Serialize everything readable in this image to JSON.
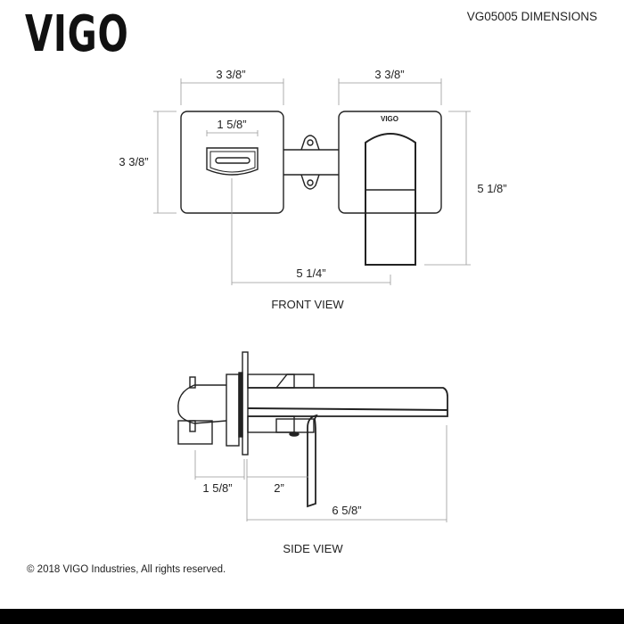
{
  "brand": {
    "logo": "VIGO",
    "plate_logo": "VIGO"
  },
  "header": {
    "title": "VG05005 DIMENSIONS"
  },
  "front_view": {
    "label": "FRONT VIEW",
    "dims": {
      "left_plate_width": "3 3/8”",
      "right_plate_width": "3 3/8”",
      "plate_height": "3 3/8”",
      "knob_width": "1 5/8”",
      "overall_height": "5 1/8”",
      "center_spacing": "5 1/4”"
    }
  },
  "side_view": {
    "label": "SIDE VIEW",
    "dims": {
      "rear_depth": "1 5/8”",
      "lever_offset": "2”",
      "spout_reach": "6 5/8”"
    }
  },
  "footer": {
    "copyright": "© 2018 VIGO Industries, All rights reserved."
  }
}
